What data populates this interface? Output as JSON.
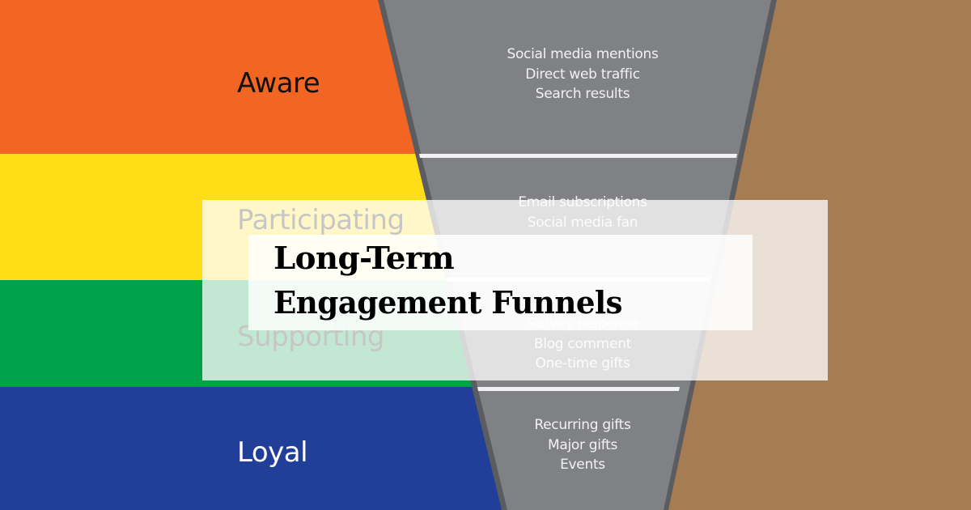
{
  "colors": {
    "aware": "#f26522",
    "participating": "#ffde17",
    "supporting": "#00a14b",
    "loyal": "#213f99",
    "background_right": "#a67c52",
    "funnel_fill": "#808184",
    "funnel_border": "#5b5c5f",
    "separator": "#f1f1f2"
  },
  "stages": [
    {
      "label": "Aware",
      "items": [
        "Social media mentions",
        "Direct web traffic",
        "Search results"
      ]
    },
    {
      "label": "Participating",
      "items": [
        "Email subscriptions",
        "Social media fan"
      ]
    },
    {
      "label": "Supporting",
      "items": [
        "Survey response",
        "Blog comment",
        "One-time gifts"
      ]
    },
    {
      "label": "Loyal",
      "items": [
        "Recurring gifts",
        "Major gifts",
        "Events"
      ]
    }
  ],
  "title": {
    "line1": "Long-Term",
    "line2": "Engagement Funnels"
  }
}
